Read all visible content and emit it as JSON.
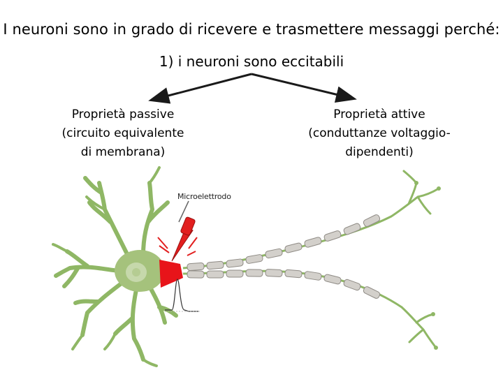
{
  "title": "I neuroni sono in grado di ricevere e trasmettere messaggi perché:",
  "subtitle": "1) i neuroni sono eccitabili",
  "passive": [
    "Proprietà passive",
    "(circuito equivalente",
    "di membrana)"
  ],
  "active": [
    "Proprietà attive",
    "(conduttanze voltaggio-",
    "dipendenti)"
  ],
  "microelectrode_label": "Microelettrodo",
  "colors": {
    "arrow": "#1a1a1a",
    "dendrite": "#8fb765",
    "soma": "#a5c27c",
    "nucleus": "#c6d8ab",
    "electrode": "#e21f1f",
    "axon_hillock": "#e8141a",
    "myelin": "#d3d0cb",
    "myelin_edge": "#8f8b85"
  }
}
